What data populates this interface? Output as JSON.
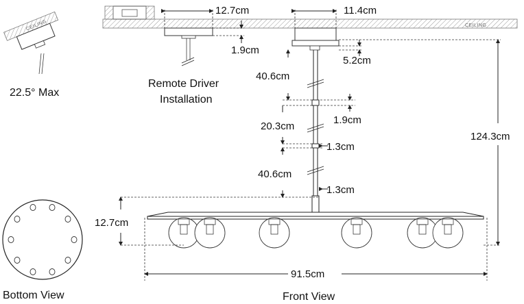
{
  "dimensions": {
    "canopy_width": "12.7cm",
    "canopy_height": "1.9cm",
    "top_canopy_width": "11.4cm",
    "top_canopy_height": "5.2cm",
    "stem_long_1": "40.6cm",
    "coupler_1": "1.9cm",
    "stem_short": "20.3cm",
    "coupler_2": "1.3cm",
    "stem_long_2": "40.6cm",
    "coupler_3": "1.3cm",
    "overall_height": "124.3cm",
    "fixture_height": "12.7cm",
    "fixture_width": "91.5cm"
  },
  "labels": {
    "tilt_max": "22.5° Max",
    "remote_driver_line1": "Remote Driver",
    "remote_driver_line2": "Installation",
    "bottom_view": "Bottom View",
    "front_view": "Front View",
    "ceiling_tag": "CEILING"
  }
}
